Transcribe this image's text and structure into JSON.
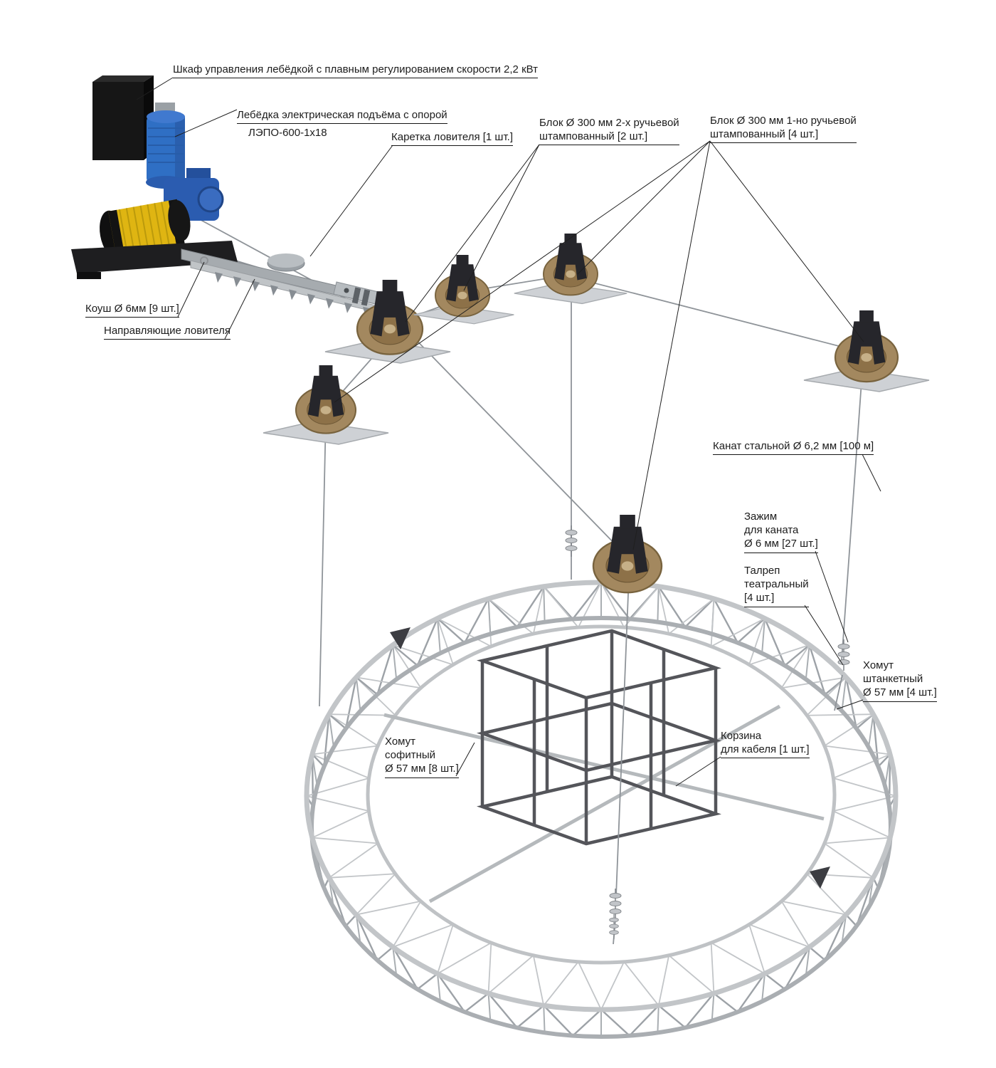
{
  "figure": {
    "labels": {
      "cabinet": {
        "text": "Шкаф управления лебёдкой с плавным регулированием скорости 2,2  кВт"
      },
      "winch": {
        "line1": "Лебёдка электрическая подъёма с опорой",
        "line2": "ЛЭПО-600-1х18"
      },
      "carriage": {
        "text": "Каретка ловителя [1 шт.]"
      },
      "block_double": {
        "text": "Блок Ø 300 мм 2-х ручьевой\nштампованный [2 шт.]"
      },
      "block_single": {
        "text": "Блок Ø 300 мм 1-но ручьевой\nштампованный [4 шт.]"
      },
      "thimble": {
        "text": "Коуш Ø 6мм [9 шт.]"
      },
      "guides": {
        "text": "Направляющие ловителя"
      },
      "rope": {
        "text": "Канат стальной Ø 6,2 мм [100 м]"
      },
      "rope_clamp": {
        "text": "Зажим\nдля каната\nØ 6 мм [27 шт.]"
      },
      "turnbuckle": {
        "text": "Талреп\nтеатральный\n[4 шт.]"
      },
      "clamp_shtanket": {
        "text": "Хомут\nштанкетный\nØ 57 мм [4 шт.]"
      },
      "clamp_soffit": {
        "text": "Хомут\nсофитный\nØ 57 мм [8 шт.]"
      },
      "cable_basket": {
        "text": "Корзина\nдля кабеля [1 шт.]"
      }
    },
    "colors": {
      "label_text": "#1c1c1c",
      "motor_blue": "#2f6fc4",
      "gearbox_blue": "#2b5cb0",
      "drum_yellow": "#dfb512",
      "pulley_tan": "#a3885f",
      "steel_gray": "#b5b9bc",
      "frame_black": "#161616",
      "rope_gray": "#8f9499"
    }
  }
}
